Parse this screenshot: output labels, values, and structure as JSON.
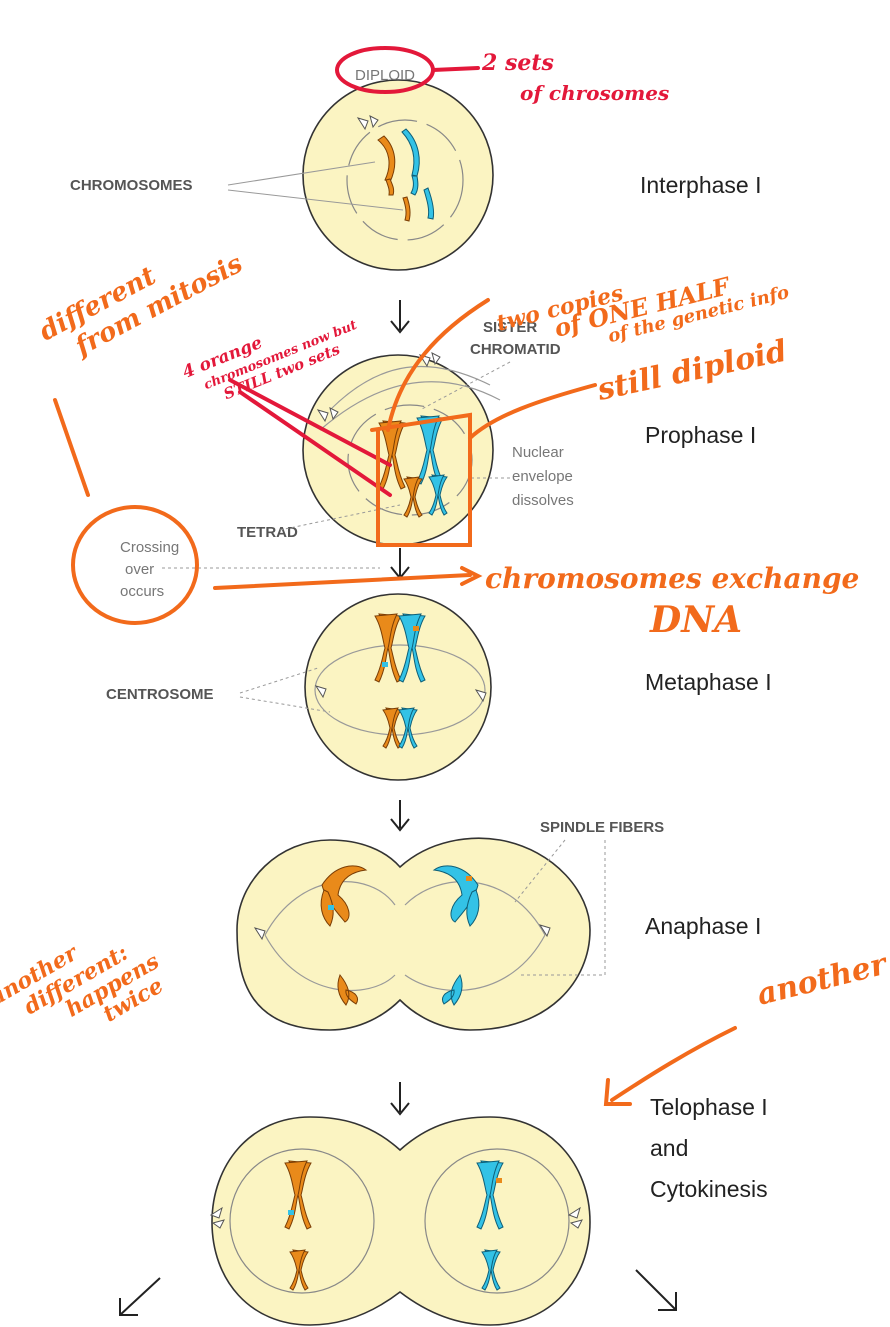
{
  "labels": {
    "diploid": "DIPLOID",
    "chromosomes": "CHROMOSOMES",
    "sister_chromatid": [
      "SISTER",
      "CHROMATID"
    ],
    "nuclear_envelope": [
      "Nuclear",
      "envelope",
      "dissolves"
    ],
    "tetrad": "TETRAD",
    "crossing_over": [
      "Crossing",
      "over",
      "occurs"
    ],
    "centrosome": "CENTROSOME",
    "spindle_fibers": "SPINDLE FIBERS"
  },
  "phases": {
    "interphase": "Interphase I",
    "prophase": "Prophase I",
    "metaphase": "Metaphase I",
    "anaphase": "Anaphase I",
    "telophase": [
      "Telophase I",
      "and",
      "Cytokinesis"
    ]
  },
  "annotations": {
    "two_sets": [
      "2 sets",
      "of chrosomes"
    ],
    "different_mitosis": [
      "different",
      "from mitosis"
    ],
    "four_orange": [
      "4 orange",
      "chromosomes now but",
      "STILL two sets"
    ],
    "two_copies": [
      "two copies",
      "of ONE HALF",
      "of the genetic info"
    ],
    "still_diploid": "still diploid",
    "exchange": [
      "chromosomes exchange",
      "DNA"
    ],
    "happens_twice": [
      "another",
      "different:",
      "happens",
      "twice"
    ],
    "another": "another"
  },
  "colors": {
    "cell_fill": "#fbf4c2",
    "chromosome_a": "#e98a1a",
    "chromosome_b": "#33c2e6",
    "red_ink": "#e3183a",
    "orange_ink": "#f26a1b"
  }
}
